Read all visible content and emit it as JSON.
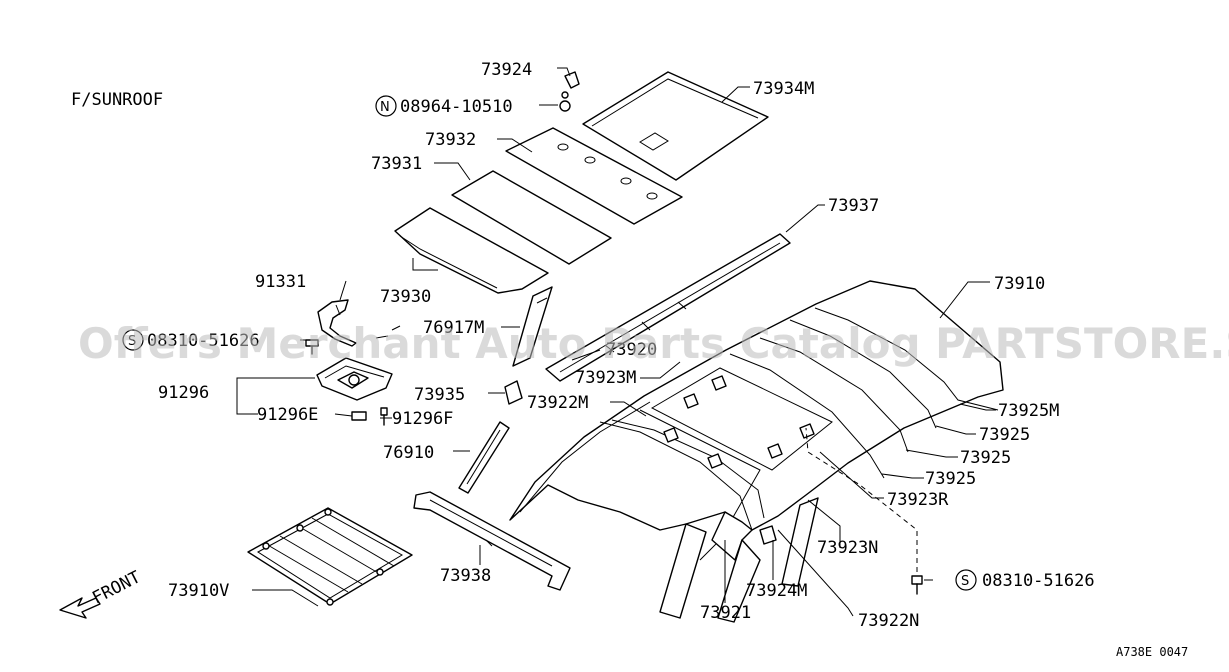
{
  "variant": "F/SUNROOF",
  "figure_code": "A738E 0047",
  "watermark": "Offers Merchant Auto Parts Catalog PARTSTORE.SA",
  "front_label": "FRONT",
  "symbols": {
    "n": "N",
    "s": "S"
  },
  "parts": {
    "p73924": "73924",
    "p08964": "08964-10510",
    "p73934M": "73934M",
    "p73932": "73932",
    "p73931": "73931",
    "p73937": "73937",
    "p91331": "91331",
    "p73930": "73930",
    "p73910": "73910",
    "p76917M": "76917M",
    "p08310a": "08310-51626",
    "p73920": "73920",
    "p73923M": "73923M",
    "p91296": "91296",
    "p73935": "73935",
    "p73922M": "73922M",
    "p73925M": "73925M",
    "p91296E": "91296E",
    "p91296F": "91296F",
    "p73925a": "73925",
    "p76910": "76910",
    "p73925b": "73925",
    "p73925c": "73925",
    "p73923R": "73923R",
    "p73923N": "73923N",
    "p73938": "73938",
    "p08310b": "08310-51626",
    "p73910V": "73910V",
    "p73924M": "73924M",
    "p73921": "73921",
    "p73922N": "73922N"
  }
}
